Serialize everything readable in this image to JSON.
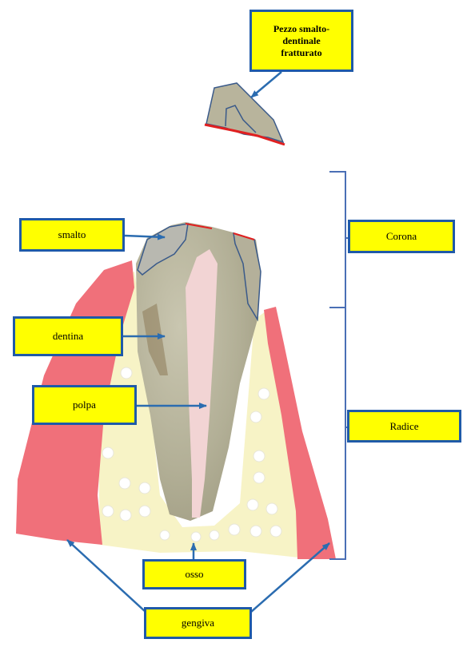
{
  "labels": {
    "fragment": [
      "Pezzo smalto-",
      "dentinale",
      "fratturato"
    ],
    "smalto": "smalto",
    "dentina": "dentina",
    "polpa": "polpa",
    "osso": "osso",
    "gengiva": "gengiva",
    "corona": "Corona",
    "radice": "Radice"
  },
  "colors": {
    "label_fill": "#ffff00",
    "label_border": "#1f5aa8",
    "arrow": "#2b6cb0",
    "gum": "#f0707a",
    "bone": "#f7f3c6",
    "tooth": "#b8b49c",
    "pulp": "#f2d4d4",
    "fracture_line": "#e02020"
  }
}
